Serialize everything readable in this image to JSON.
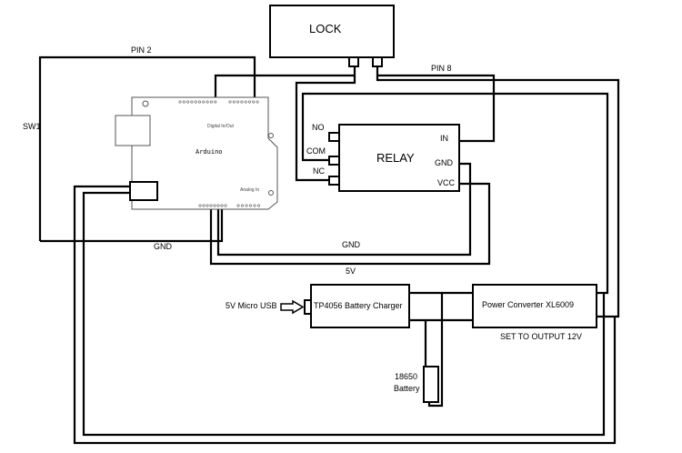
{
  "components": {
    "lock": "LOCK",
    "relay": "RELAY",
    "relay_pins": {
      "no": "NO",
      "com": "COM",
      "nc": "NC",
      "in": "IN",
      "gnd": "GND",
      "vcc": "VCC"
    },
    "arduino": "Arduino",
    "arduino_digital": "Digital In/Out",
    "arduino_analog": "Analog In",
    "charger": "TP4056 Battery Charger",
    "converter": "Power Converter XL6009",
    "battery_line1": "18650",
    "battery_line2": "Battery"
  },
  "labels": {
    "pin2": "PIN 2",
    "pin8": "PIN 8",
    "sw1": "SW1",
    "gnd_left": "GND",
    "gnd_relay": "GND",
    "v5": "5V",
    "usb": "5V Micro USB",
    "converter_note": "SET TO OUTPUT 12V"
  }
}
